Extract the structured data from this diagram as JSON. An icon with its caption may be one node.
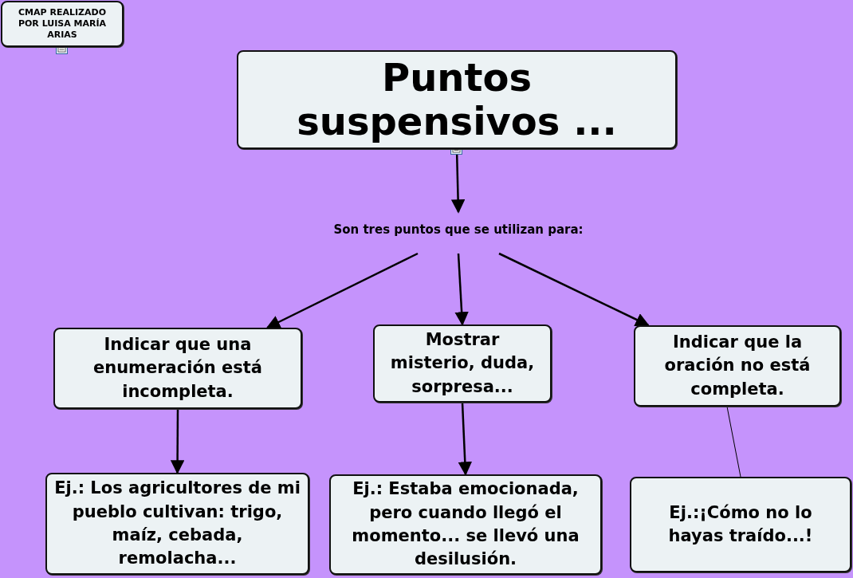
{
  "diagram": {
    "nodes": [
      {
        "text": [
          "CMAP REALIZADO POR LUISA MARÍA ARIAS"
        ]
      },
      {
        "text": [
          "Puntos suspensivos ..."
        ]
      },
      {
        "text": [
          "Son tres puntos que se utilizan para:"
        ]
      },
      {
        "text": [
          "Indicar que una enumeración está incompleta."
        ]
      },
      {
        "text": [
          "Mostrar misterio, duda, sorpresa..."
        ]
      },
      {
        "text": [
          "Indicar que la oración no está completa."
        ]
      },
      {
        "text": [
          "Ej.: Los agricultores de mi pueblo cultivan: trigo, maíz, cebada, remolacha..."
        ]
      },
      {
        "text": [
          "Ej.: Estaba emocionada, pero cuando llegó el momento... se llevó una desilusión."
        ]
      },
      {
        "text": [
          "Ej.:¡Cómo no lo hayas traído...!"
        ]
      }
    ],
    "edges": [
      {
        "from": 1,
        "to": 2,
        "arrow": "to"
      },
      {
        "from": 2,
        "to": 3,
        "arrow": "to"
      },
      {
        "from": 2,
        "to": 4,
        "arrow": "to"
      },
      {
        "from": 2,
        "to": 5,
        "arrow": "to"
      },
      {
        "from": 3,
        "to": 6,
        "arrow": "to"
      },
      {
        "from": 4,
        "to": 7,
        "arrow": "to"
      },
      {
        "from": 5,
        "to": 8,
        "arrow": "none"
      }
    ]
  }
}
